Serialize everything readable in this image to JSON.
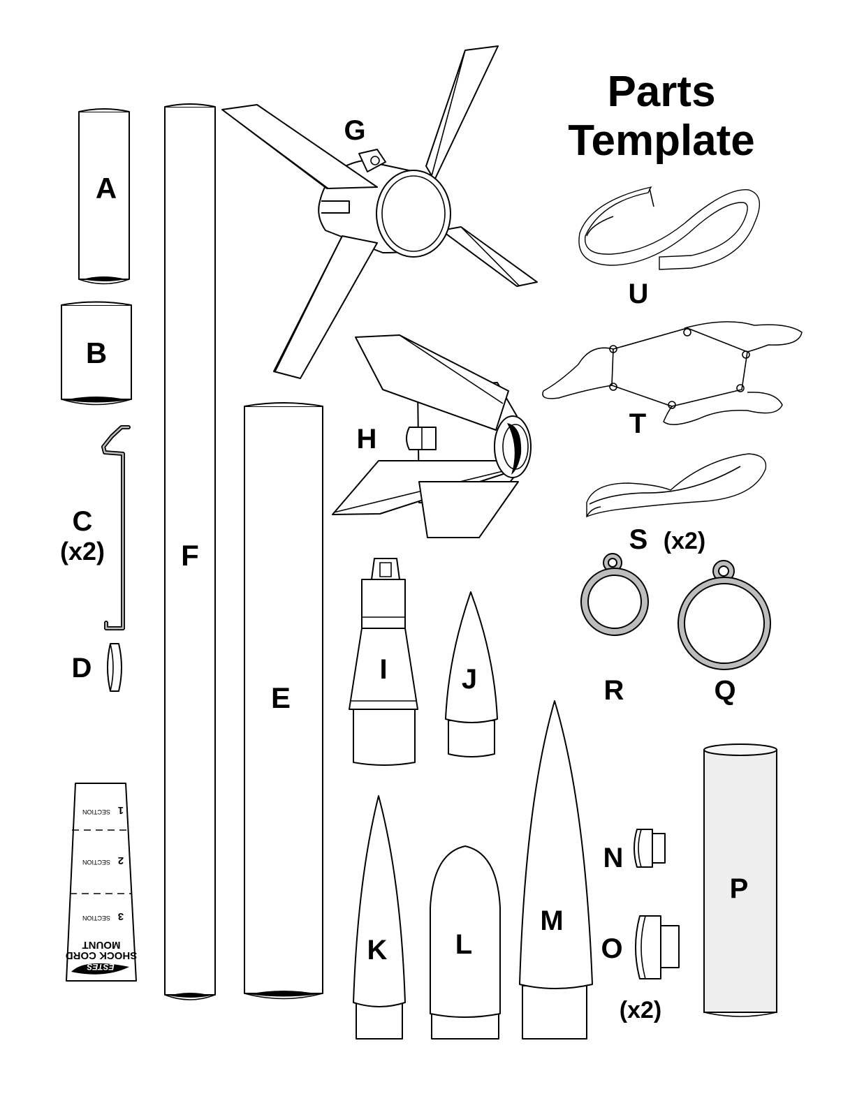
{
  "title": {
    "line1": "Parts",
    "line2": "Template"
  },
  "labels": {
    "A": "A",
    "B": "B",
    "C": "C",
    "C_qty": "(x2)",
    "D": "D",
    "E": "E",
    "F": "F",
    "G": "G",
    "H": "H",
    "I": "I",
    "J": "J",
    "K": "K",
    "L": "L",
    "M": "M",
    "N": "N",
    "O": "O",
    "O_qty": "(x2)",
    "P": "P",
    "Q": "Q",
    "R": "R",
    "S": "S",
    "S_qty": "(x2)",
    "T": "T",
    "U": "U"
  },
  "shock_cord_mount": {
    "section1": "SECTION",
    "section1_num": "1",
    "section2": "SECTION",
    "section2_num": "2",
    "section3": "SECTION",
    "section3_num": "3",
    "title_line1": "SHOCK CORD",
    "title_line2": "MOUNT",
    "brand": "ESTES"
  },
  "colors": {
    "line": "#000000",
    "ring_fill": "#bdbdbd",
    "tube_fill": "#eeeeee"
  }
}
